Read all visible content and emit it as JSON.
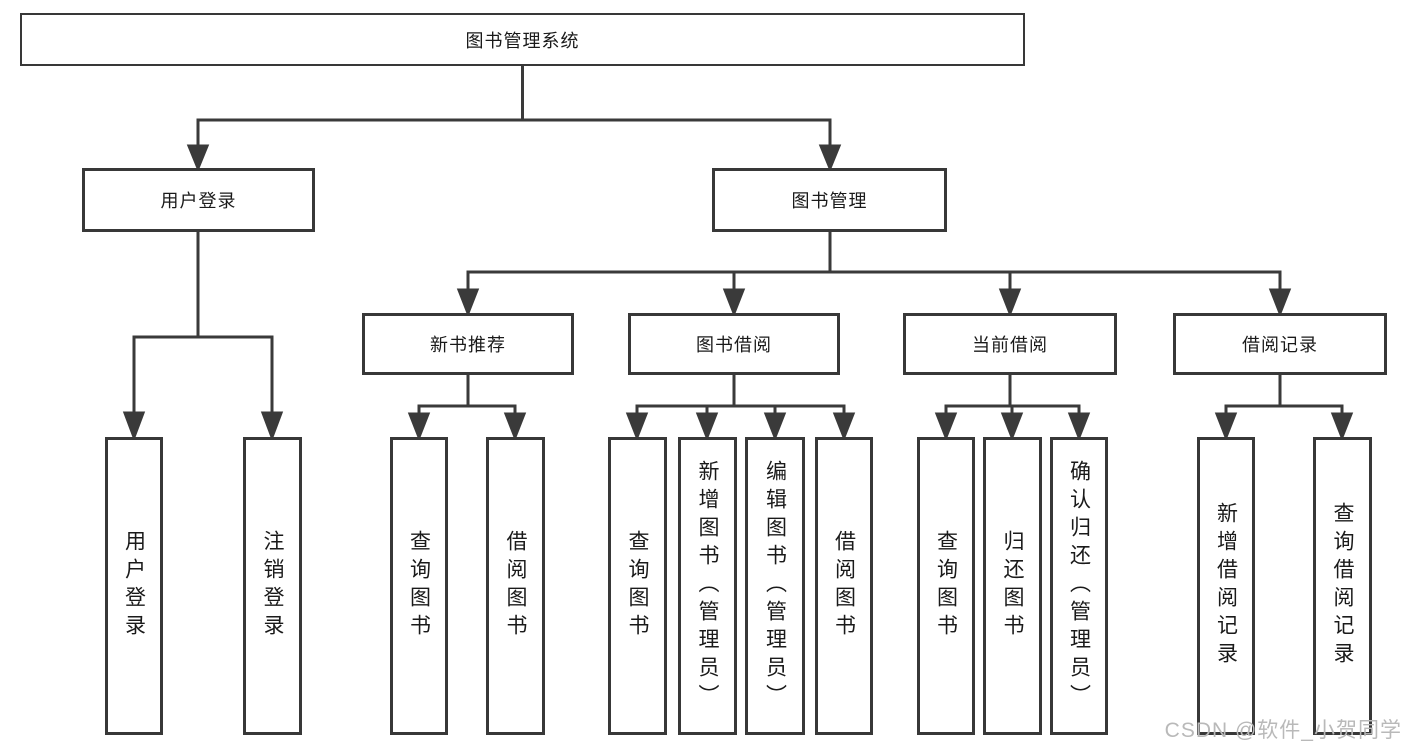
{
  "tree": {
    "root": {
      "label": "图书管理系统",
      "children": [
        {
          "label": "用户登录",
          "children": [
            {
              "label": "用户登录"
            },
            {
              "label": "注销登录"
            }
          ]
        },
        {
          "label": "图书管理",
          "children": [
            {
              "label": "新书推荐",
              "children": [
                {
                  "label": "查询图书"
                },
                {
                  "label": "借阅图书"
                }
              ]
            },
            {
              "label": "图书借阅",
              "children": [
                {
                  "label": "查询图书"
                },
                {
                  "label": "新增图书（管理员）"
                },
                {
                  "label": "编辑图书（管理员）"
                },
                {
                  "label": "借阅图书"
                }
              ]
            },
            {
              "label": "当前借阅",
              "children": [
                {
                  "label": "查询图书"
                },
                {
                  "label": "归还图书"
                },
                {
                  "label": "确认归还（管理员）"
                }
              ]
            },
            {
              "label": "借阅记录",
              "children": [
                {
                  "label": "新增借阅记录"
                },
                {
                  "label": "查询借阅记录"
                }
              ]
            }
          ]
        }
      ]
    }
  },
  "watermark": {
    "text": "CSDN @软件_小贺同学"
  },
  "colors": {
    "line": "#3a3a3a",
    "box_border": "#383838",
    "text": "#1a1a1a",
    "watermark": "#b9b9b9",
    "background": "#ffffff"
  }
}
